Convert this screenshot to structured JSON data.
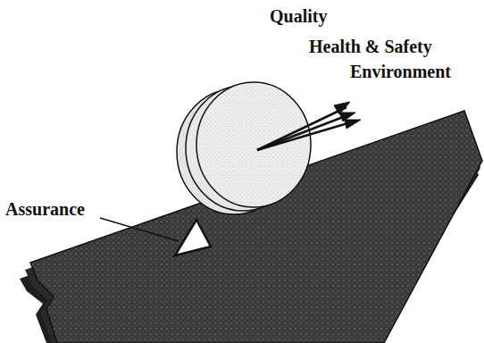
{
  "diagram": {
    "labels": [
      "Quality",
      "Health & Safety",
      "Environment",
      "Assurance"
    ]
  }
}
